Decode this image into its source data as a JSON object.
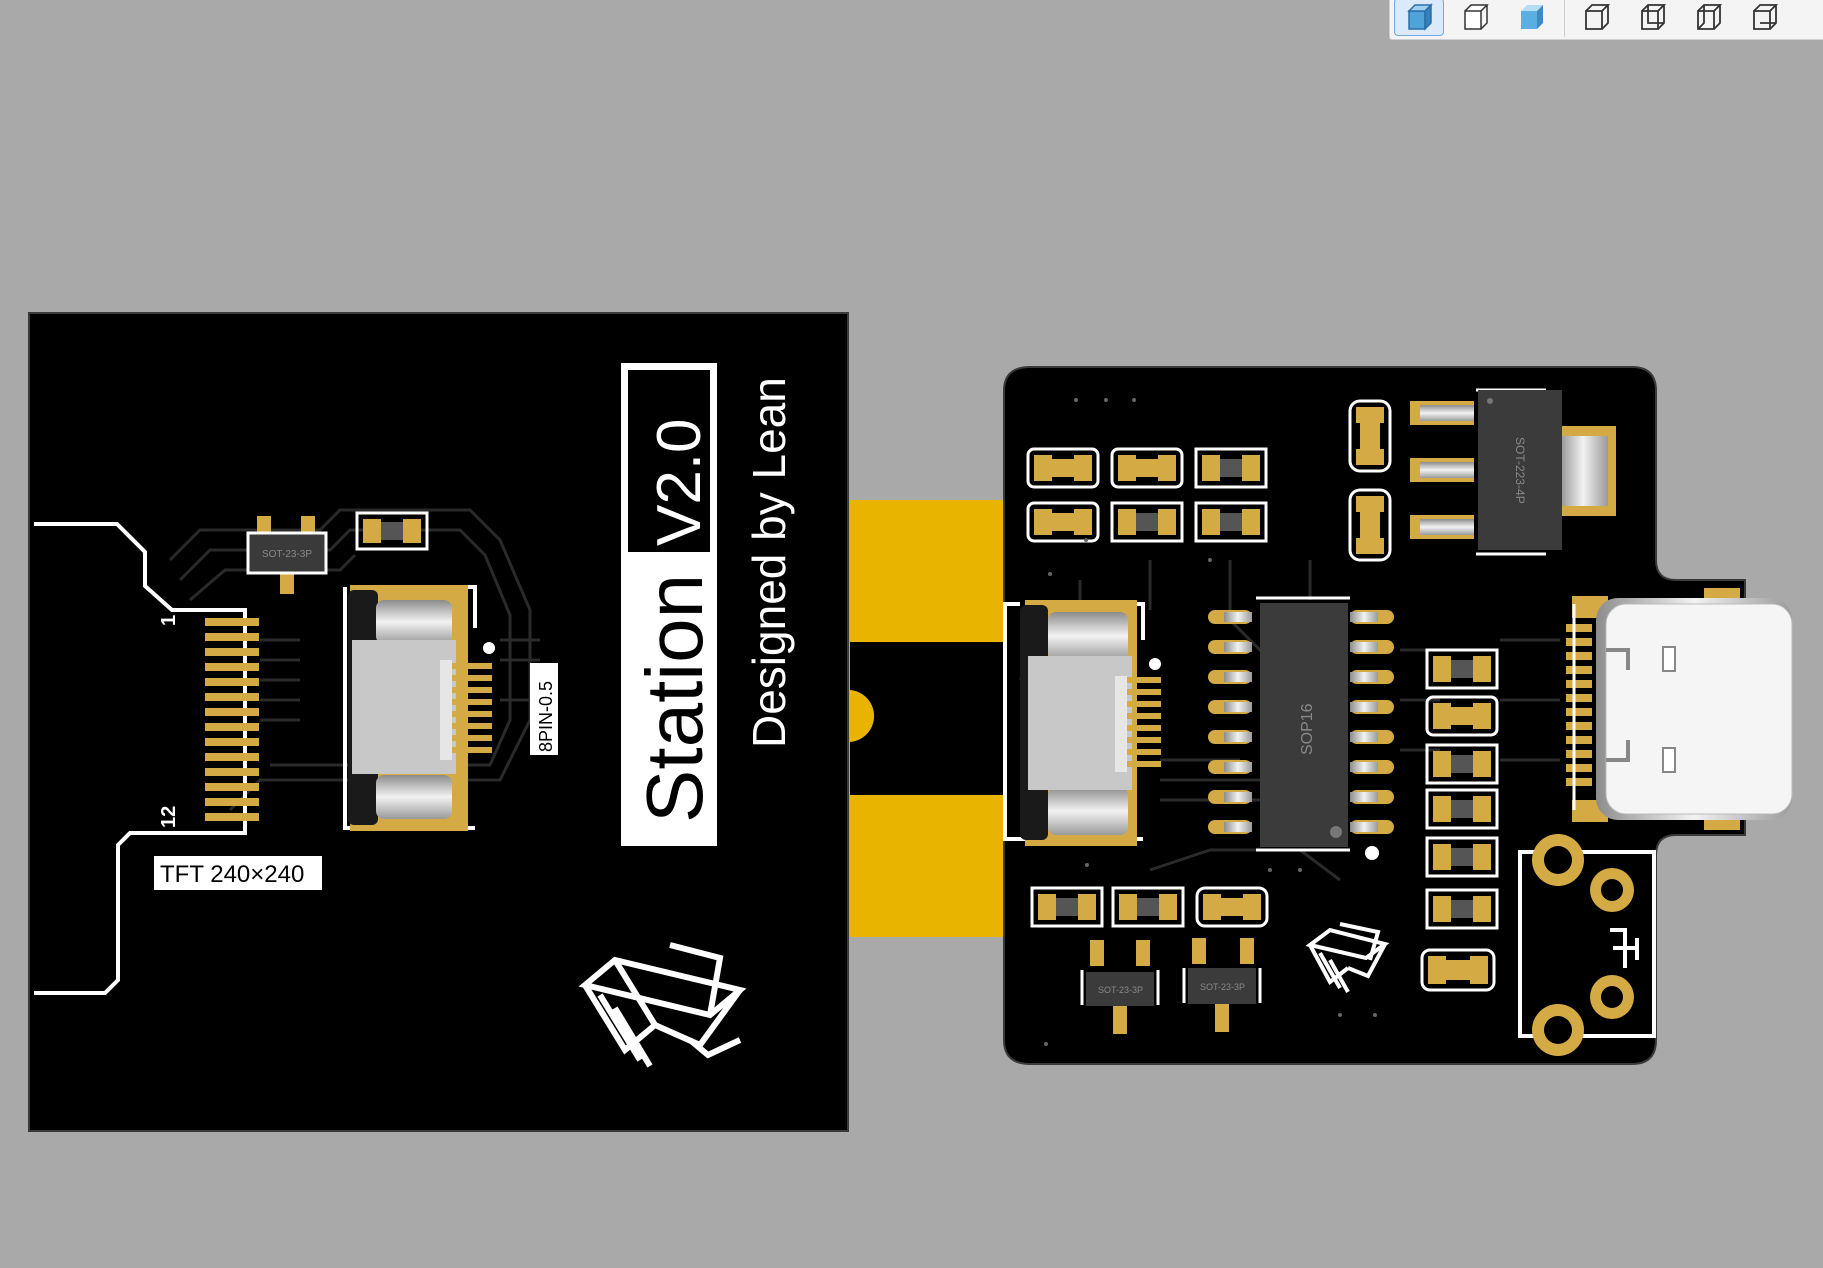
{
  "toolbar": {
    "buttons": [
      {
        "name": "view-solid-icon",
        "active": true
      },
      {
        "name": "view-wireframe-icon",
        "active": false
      },
      {
        "name": "view-shaded-icon",
        "active": false
      },
      {
        "name": "view-front-icon",
        "active": false
      },
      {
        "name": "view-back-icon",
        "active": false
      },
      {
        "name": "view-left-icon",
        "active": false
      },
      {
        "name": "view-right-icon",
        "active": false
      }
    ]
  },
  "left_board": {
    "title": "Station",
    "version": "V2.0",
    "credit": "Designed by Lean",
    "display_label": "TFT 240×240",
    "connector_label": "8PIN-0.5",
    "pin_first": "1",
    "pin_last": "12",
    "transistor_label": "SOT-23-3P"
  },
  "right_board": {
    "ic_label": "SOP16",
    "regulator_label": "SOT-223-4P",
    "transistor_label_1": "SOT-23-3P",
    "transistor_label_2": "SOT-23-3P"
  },
  "colors": {
    "background": "#a9a9a9",
    "board": "#000000",
    "gold": "#d4aa45",
    "flex": "#e8b400",
    "silk": "#ffffff"
  }
}
